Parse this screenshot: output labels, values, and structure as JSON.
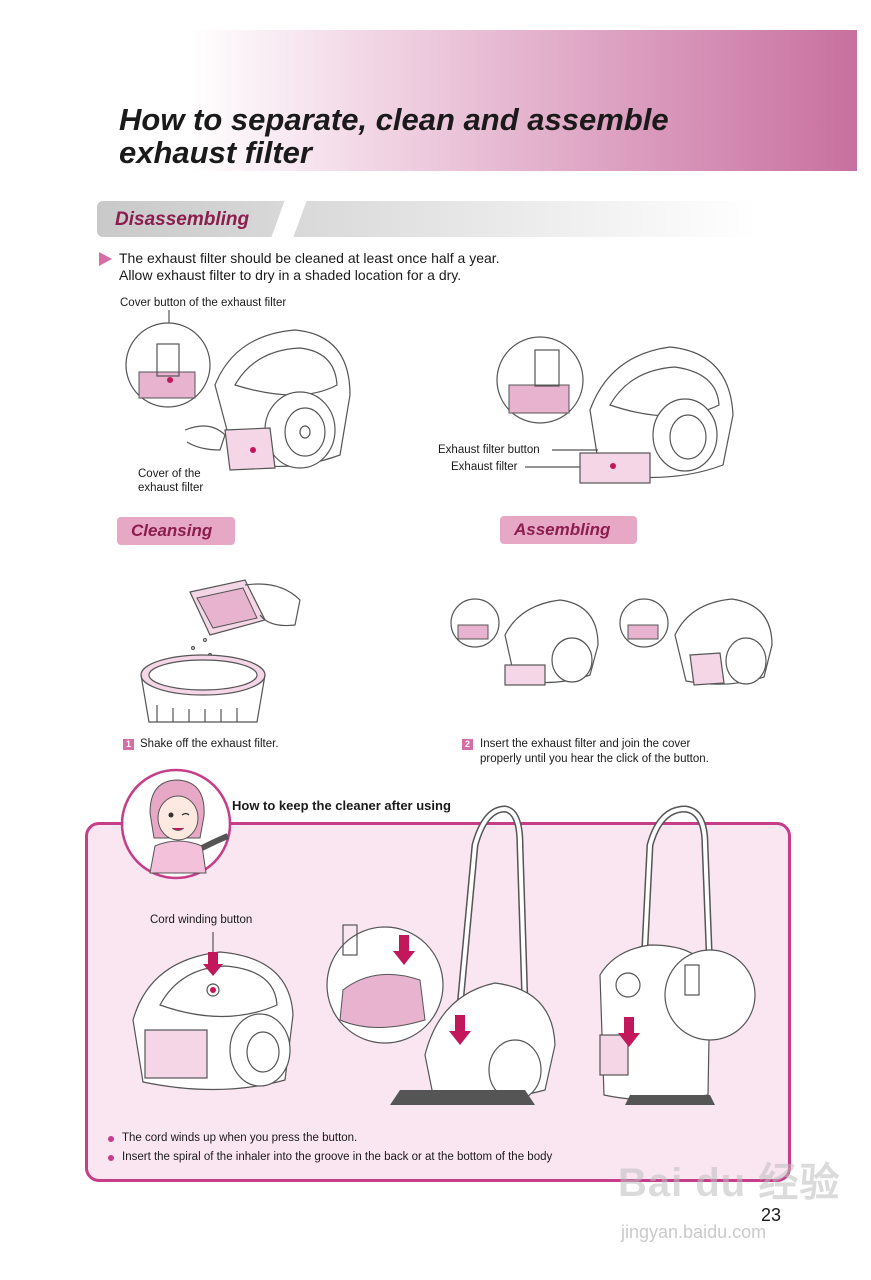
{
  "title": "How to separate, clean and assemble exhaust filter",
  "sections": {
    "disassembling": "Disassembling",
    "cleansing": "Cleansing",
    "assembling": "Assembling"
  },
  "intro": {
    "line1": "The exhaust filter should be cleaned at least once half a year.",
    "line2": "Allow exhaust filter to dry in a shaded location for a dry."
  },
  "callouts": {
    "cover_button": "Cover button of the exhaust filter",
    "cover_line1": "Cover of the",
    "cover_line2": "exhaust filter",
    "filter_button": "Exhaust filter button",
    "filter": "Exhaust filter"
  },
  "steps": [
    {
      "num": "1",
      "text": "Shake off the exhaust filter."
    },
    {
      "num": "2",
      "text_line1": "Insert the exhaust filter and join the cover",
      "text_line2": "properly until you hear the click of the button."
    }
  ],
  "keep": {
    "title": "How to keep the cleaner after using",
    "cord_label": "Cord winding button",
    "bullets": [
      "The cord winds up when you press the button.",
      "Insert the spiral of the inhaler into the groove in the back or at the bottom of the body"
    ]
  },
  "page_number": "23",
  "watermark": {
    "line1": "Bai du 经验",
    "line2": "jingyan.baidu.com"
  },
  "colors": {
    "accent": "#c63d8a",
    "tag_pink": "#e7a8c6",
    "label": "#8b1d4f",
    "box_bg": "#fae6f1"
  }
}
